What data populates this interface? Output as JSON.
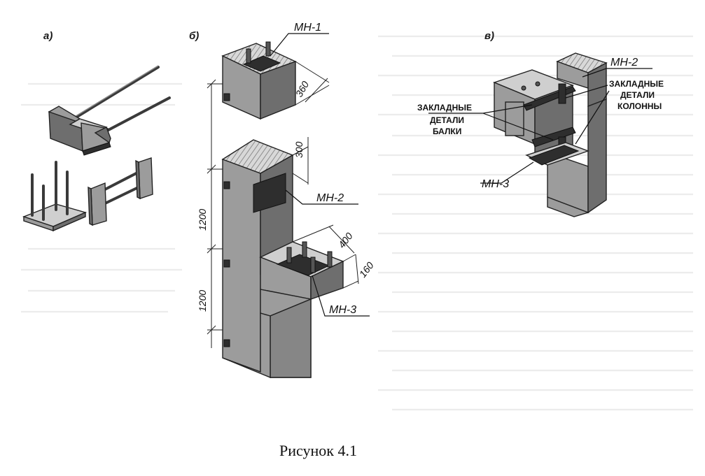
{
  "figure": {
    "panels": {
      "a": "а)",
      "b": "б)",
      "v": "в)"
    },
    "labels": {
      "mn1": "МН-1",
      "mn2": "МН-2",
      "mn3": "МН-3",
      "mn2_v": "МН-2",
      "mn3_v": "МН-3",
      "column_details_line1": "ЗАКЛАДНЫЕ",
      "column_details_line2": "ДЕТАЛИ",
      "column_details_line3": "КОЛОННЫ",
      "beam_details_line1": "ЗАКЛАДНЫЕ",
      "beam_details_line2": "ДЕТАЛИ",
      "beam_details_line3": "БАЛКИ"
    },
    "dimensions": {
      "d360": "360",
      "d300": "300",
      "d1200_upper": "1200",
      "d1200_lower": "1200",
      "d400": "400",
      "d160": "160"
    },
    "caption": "Рисунок 4.1"
  }
}
